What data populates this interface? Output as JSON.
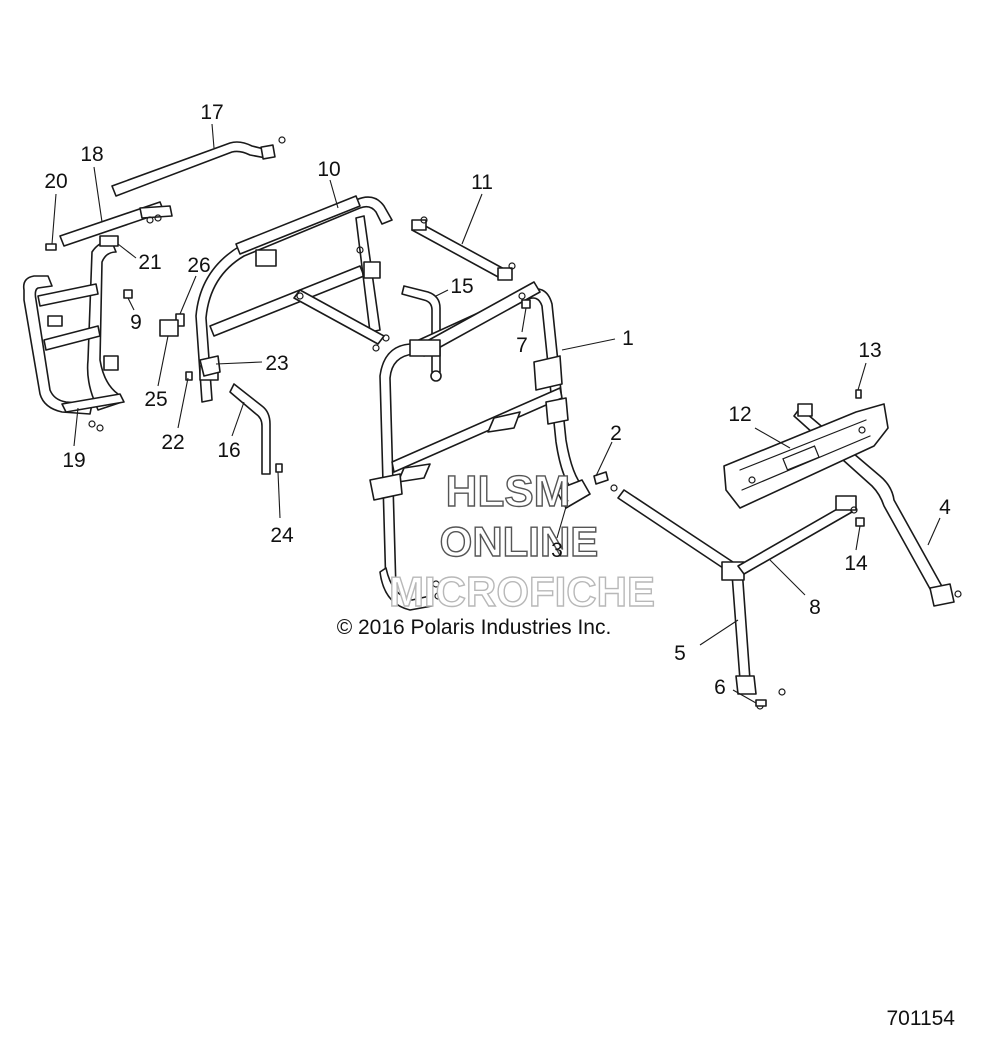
{
  "callouts": [
    {
      "label": "1"
    },
    {
      "label": "2"
    },
    {
      "label": "3"
    },
    {
      "label": "4"
    },
    {
      "label": "5"
    },
    {
      "label": "6"
    },
    {
      "label": "7"
    },
    {
      "label": "8"
    },
    {
      "label": "9"
    },
    {
      "label": "10"
    },
    {
      "label": "11"
    },
    {
      "label": "12"
    },
    {
      "label": "13"
    },
    {
      "label": "14"
    },
    {
      "label": "15"
    },
    {
      "label": "16"
    },
    {
      "label": "17"
    },
    {
      "label": "18"
    },
    {
      "label": "19"
    },
    {
      "label": "20"
    },
    {
      "label": "21"
    },
    {
      "label": "22"
    },
    {
      "label": "23"
    },
    {
      "label": "24"
    },
    {
      "label": "25"
    },
    {
      "label": "26"
    }
  ],
  "watermark": {
    "line1": "HLSM",
    "line2": "ONLINE",
    "line3": "MICROFICHE"
  },
  "copyright": "© 2016 Polaris Industries Inc.",
  "diagram_id": "701154"
}
